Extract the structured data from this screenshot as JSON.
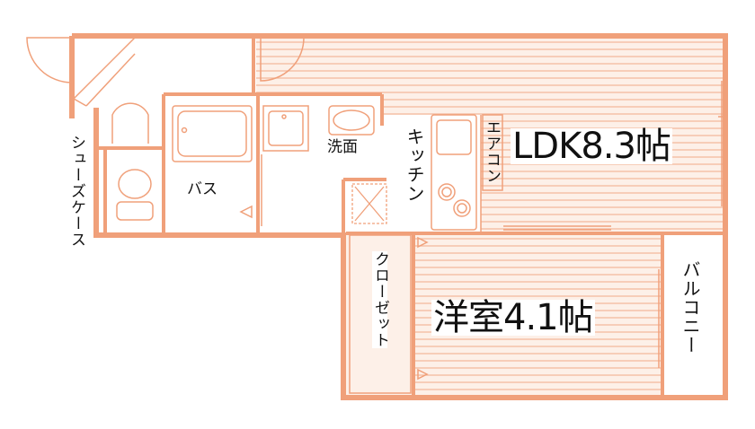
{
  "plan": {
    "wall_color": "#f0a07a",
    "fill_color": "#fdf0e8",
    "floor_line_color": "#f4b89a",
    "rooms": {
      "ldk": "LDK8.3帖",
      "western": "洋室4.1帖",
      "kitchen": "キッチン",
      "washroom": "洗面",
      "bath": "バス",
      "closet": "クローゼット",
      "balcony": "バルコニー",
      "aircon": "エアコン",
      "shoe_case": "シューズケース"
    }
  }
}
